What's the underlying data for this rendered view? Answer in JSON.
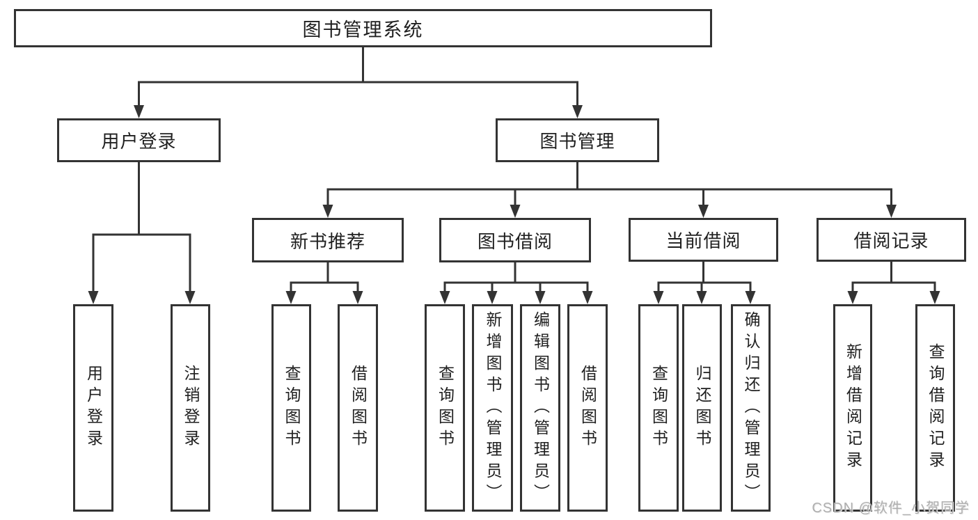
{
  "nodes": {
    "root": "图书管理系统",
    "user_login": "用户登录",
    "book_mgmt": "图书管理",
    "new_book_rec": "新书推荐",
    "book_borrow": "图书借阅",
    "current_borrow": "当前借阅",
    "borrow_record": "借阅记录",
    "leaf_user_login": "用户登录",
    "leaf_logout": "注销登录",
    "leaf_nbr_query": "查询图书",
    "leaf_nbr_borrow": "借阅图书",
    "leaf_bb_query": "查询图书",
    "leaf_bb_add": "新增图书（管理员）",
    "leaf_bb_edit": "编辑图书（管理员）",
    "leaf_bb_borrow": "借阅图书",
    "leaf_cb_query": "查询图书",
    "leaf_cb_return": "归还图书",
    "leaf_cb_confirm": "确认归还（管理员）",
    "leaf_br_add": "新增借阅记录",
    "leaf_br_query": "查询借阅记录"
  },
  "hierarchy": {
    "root": [
      "user_login",
      "book_mgmt"
    ],
    "user_login": [
      "leaf_user_login",
      "leaf_logout"
    ],
    "book_mgmt": [
      "new_book_rec",
      "book_borrow",
      "current_borrow",
      "borrow_record"
    ],
    "new_book_rec": [
      "leaf_nbr_query",
      "leaf_nbr_borrow"
    ],
    "book_borrow": [
      "leaf_bb_query",
      "leaf_bb_add",
      "leaf_bb_edit",
      "leaf_bb_borrow"
    ],
    "current_borrow": [
      "leaf_cb_query",
      "leaf_cb_return",
      "leaf_cb_confirm"
    ],
    "borrow_record": [
      "leaf_br_add",
      "leaf_br_query"
    ]
  },
  "watermark": "CSDN @软件_小贺同学",
  "colors": {
    "line": "#333333",
    "box_border": "#333333",
    "text": "#1f1f1f",
    "watermark": "#ababab",
    "background": "#ffffff"
  }
}
